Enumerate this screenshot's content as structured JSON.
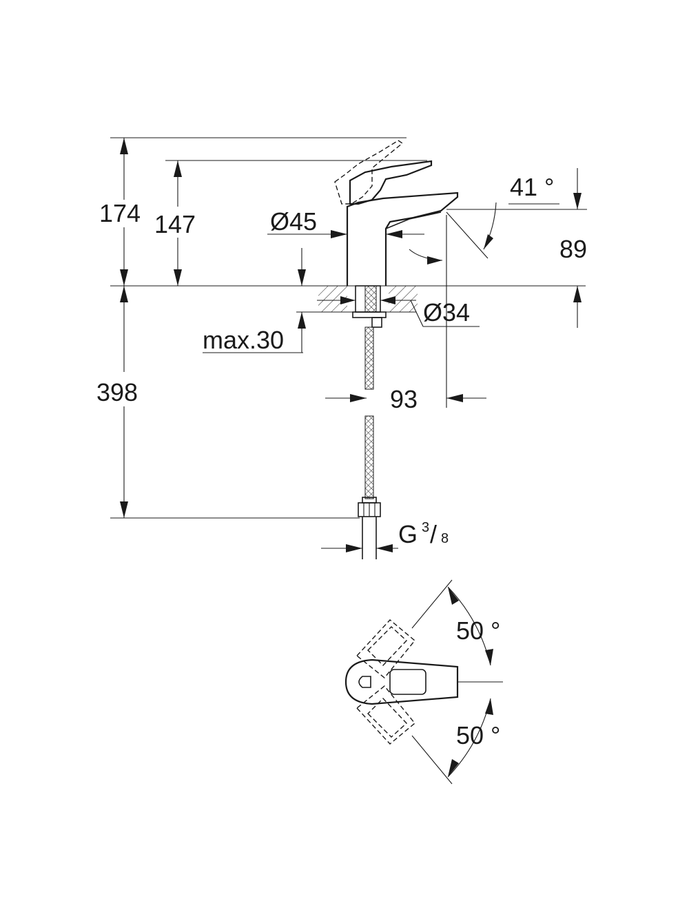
{
  "dimensions": {
    "overall_height": "174",
    "lever_height": "147",
    "body_diameter": "Ø45",
    "spout_angle": "41 °",
    "spout_height": "89",
    "hole_diameter": "Ø34",
    "max_deck_thickness": "max.30",
    "spout_reach": "93",
    "hose_length": "398",
    "connection_thread": "G",
    "thread_numerator": "3",
    "thread_slash": "/",
    "thread_denominator": "8"
  },
  "top_view": {
    "swing_angle_upper": "50 °",
    "swing_angle_lower": "50 °"
  }
}
